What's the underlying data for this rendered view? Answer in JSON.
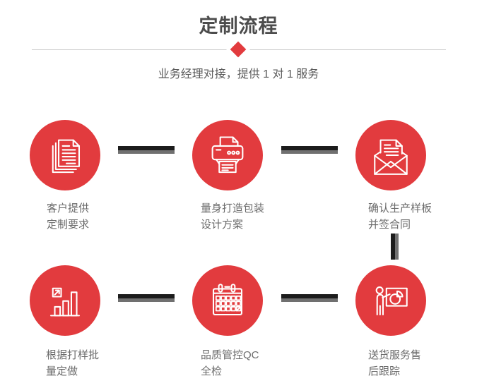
{
  "header": {
    "title": "定制流程",
    "subtitle": "业务经理对接，提供 1 对 1 服务"
  },
  "colors": {
    "accent_red": "#e23b3e",
    "title_gray": "#4c4c4c",
    "subtitle_gray": "#595959",
    "label_gray": "#6b6b6b",
    "divider_gray": "#cccccc",
    "connector_dark": "#1c1c1c",
    "connector_gray": "#707070",
    "icon_white": "#ffffff"
  },
  "steps": [
    {
      "icon": "documents-icon",
      "label_line1": "客户提供",
      "label_line2": "定制要求"
    },
    {
      "icon": "printer-icon",
      "label_line1": "量身打造包装",
      "label_line2": "设计方案"
    },
    {
      "icon": "envelope-icon",
      "label_line1": "确认生产样板",
      "label_line2": "并签合同"
    },
    {
      "icon": "bar-chart-icon",
      "label_line1": "根据打样批",
      "label_line2": "量定做"
    },
    {
      "icon": "calendar-icon",
      "label_line1": "品质管控QC",
      "label_line2": "全检"
    },
    {
      "icon": "presentation-icon",
      "label_line1": "送货服务售",
      "label_line2": "后跟踪"
    }
  ]
}
